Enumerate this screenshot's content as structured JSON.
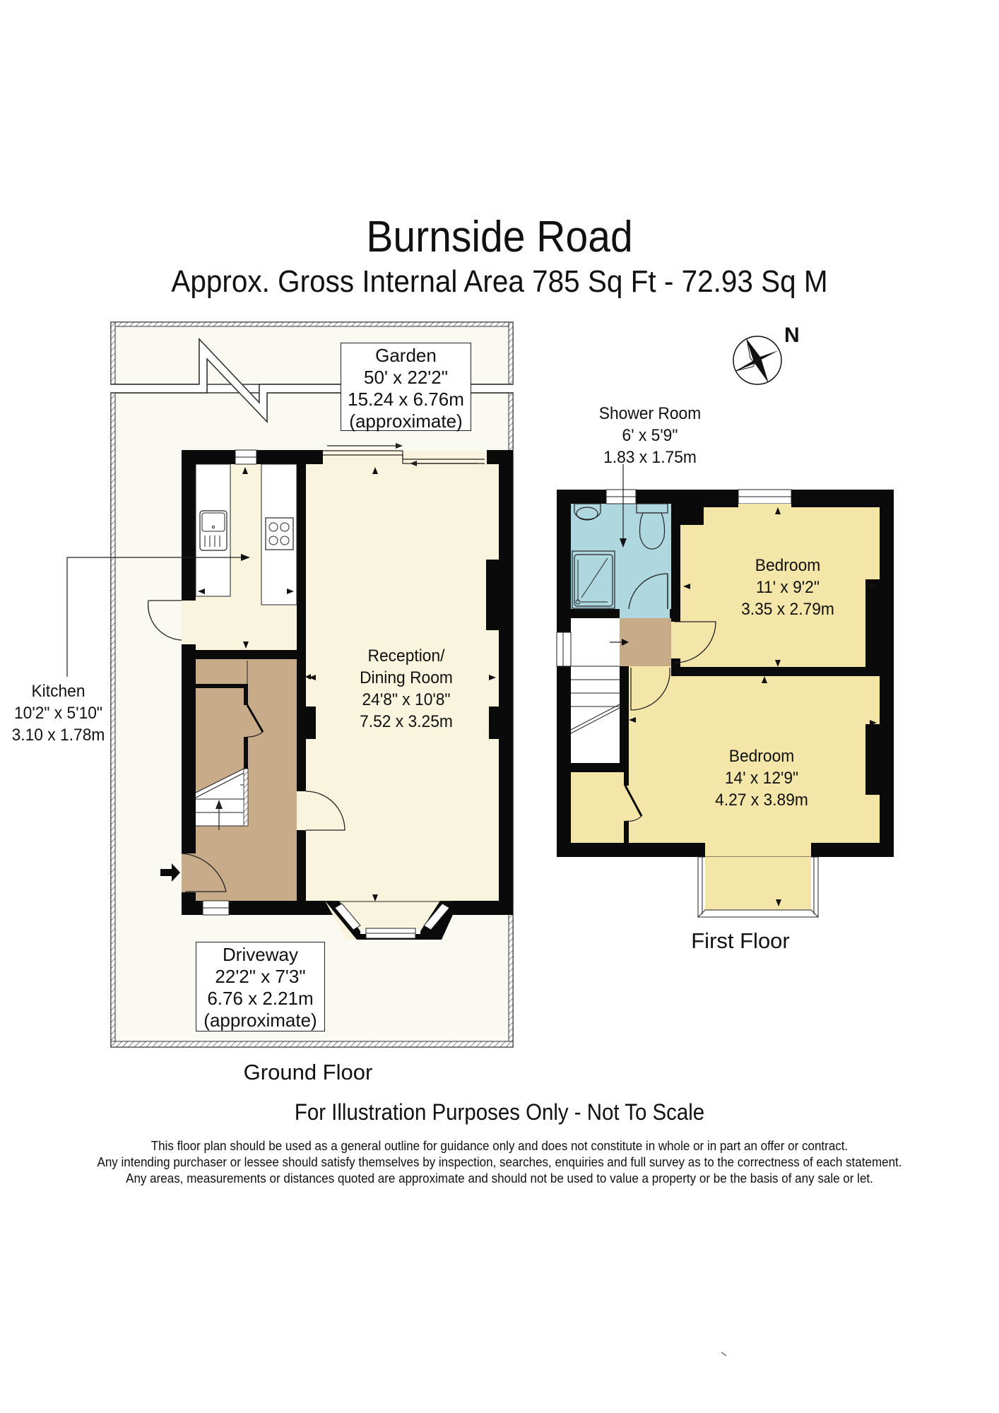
{
  "header": {
    "title": "Burnside Road",
    "area_summary": "Approx. Gross Internal Area 785 Sq Ft  -  72.93 Sq M"
  },
  "compass": {
    "icon": "north-arrow-compass-icon",
    "label": "N"
  },
  "ground_floor": {
    "label": "Ground Floor",
    "rooms": {
      "garden": {
        "name": "Garden",
        "imperial": "50' x 22'2\"",
        "metric": "15.24 x 6.76m",
        "note": "(approximate)"
      },
      "kitchen": {
        "name": "Kitchen",
        "imperial": "10'2\" x 5'10\"",
        "metric": "3.10 x 1.78m"
      },
      "reception": {
        "name_line1": "Reception/",
        "name_line2": "Dining Room",
        "imperial": "24'8\" x 10'8\"",
        "metric": "7.52 x 3.25m"
      },
      "driveway": {
        "name": "Driveway",
        "imperial": "22'2\" x 7'3\"",
        "metric": "6.76 x 2.21m",
        "note": "(approximate)"
      }
    }
  },
  "first_floor": {
    "label": "First Floor",
    "rooms": {
      "shower_room": {
        "name": "Shower Room",
        "imperial": "6' x 5'9\"",
        "metric": "1.83 x 1.75m"
      },
      "bedroom_1": {
        "name": "Bedroom",
        "imperial": "11' x 9'2\"",
        "metric": "3.35 x 2.79m"
      },
      "bedroom_2": {
        "name": "Bedroom",
        "imperial": "14' x 12'9\"",
        "metric": "4.27 x 3.89m"
      }
    }
  },
  "footer": {
    "notice": "For Illustration Purposes Only - Not To Scale",
    "disclaimer": [
      "This floor plan should be used as a general outline for guidance only and does not constitute in whole or in part an offer or contract.",
      "Any intending purchaser or lessee should satisfy themselves by inspection, searches, enquiries and full survey as to the correctness of each statement.",
      "Any areas, measurements or distances quoted are approximate and should not be used to value a property or be the basis of any sale or let."
    ]
  },
  "colors": {
    "wall": "#0a0a0a",
    "garden": "#fbfaf2",
    "reception": "#f8f4de",
    "hall": "#c8ac8a",
    "bedroom": "#f3e6a8",
    "shower": "#aed7e0"
  }
}
